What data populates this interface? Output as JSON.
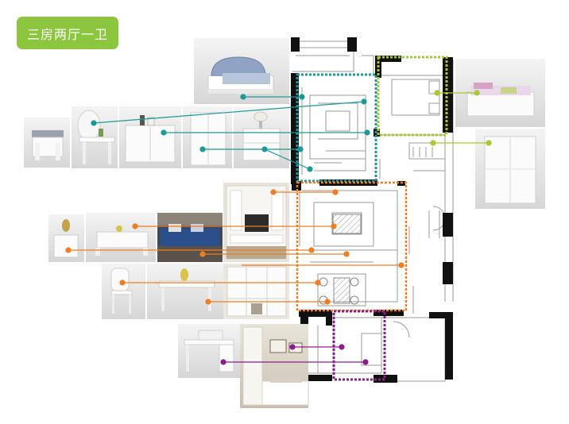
{
  "title": "三房两厅一卫",
  "colors": {
    "badge": "#8cc63f",
    "teal": "#1a9a98",
    "lime": "#a6c932",
    "orange": "#ef7d22",
    "purple": "#8b1d8c",
    "wall": "#111111",
    "thin_line": "#9a9a9a"
  },
  "zones": [
    {
      "name": "master-bedroom",
      "color_key": "teal",
      "furniture": [
        "bed",
        "stool",
        "vanity",
        "cabinet",
        "wardrobe",
        "nightstand"
      ]
    },
    {
      "name": "second-bedroom",
      "color_key": "lime",
      "furniture": [
        "kids-bed",
        "sliding-wardrobe"
      ]
    },
    {
      "name": "living-dining",
      "color_key": "orange",
      "furniture": [
        "tv-wall",
        "side-table",
        "coffee-table",
        "sofa",
        "chair",
        "dining-table",
        "sideboard"
      ]
    },
    {
      "name": "study",
      "color_key": "purple",
      "furniture": [
        "desk",
        "study-room"
      ]
    }
  ]
}
